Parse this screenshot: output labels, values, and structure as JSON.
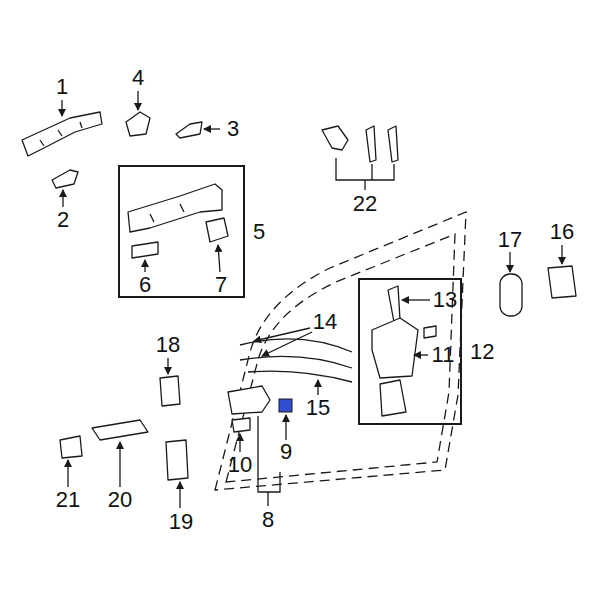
{
  "diagram": {
    "nodes": [
      {
        "text": [
          "5"
        ]
      },
      {
        "text": [
          "12"
        ]
      }
    ],
    "labels": [
      "1",
      "4",
      "3",
      "2",
      "6",
      "7",
      "22",
      "17",
      "16",
      "13",
      "14",
      "11",
      "18",
      "15",
      "9",
      "10",
      "21",
      "20",
      "8",
      "19"
    ]
  }
}
